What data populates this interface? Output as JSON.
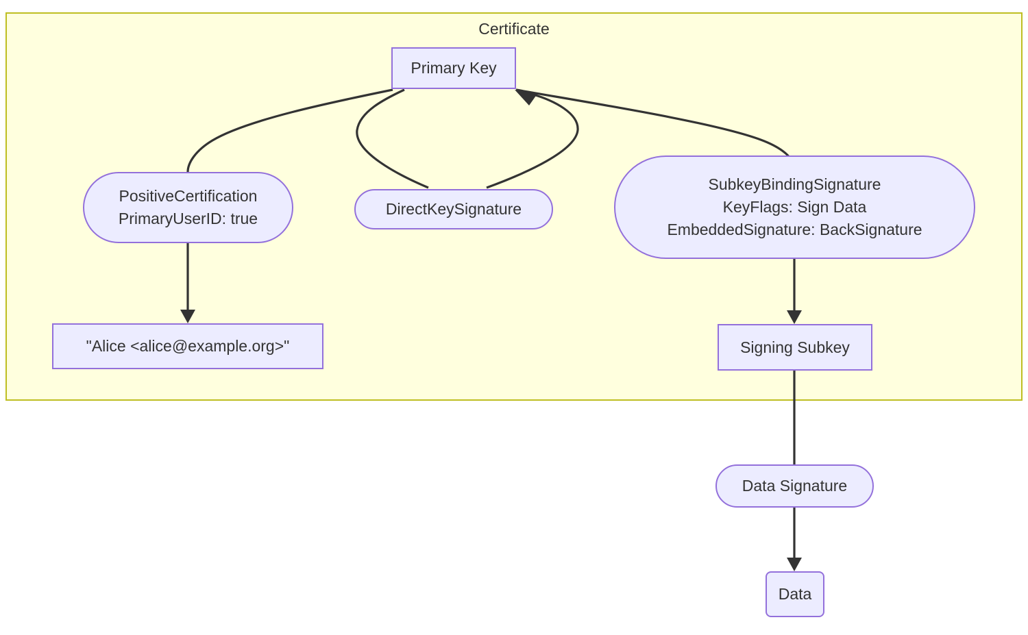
{
  "diagram": {
    "type": "flowchart",
    "subgraph": {
      "title": "Certificate",
      "fill_color": "#ffffde",
      "border_color": "#bfbf22"
    },
    "node_style": {
      "fill_color": "#ececff",
      "border_color": "#9370db",
      "text_color": "#333333",
      "edge_color": "#333333"
    },
    "nodes": [
      {
        "id": "primary-key",
        "label": "Primary Key",
        "shape": "rect",
        "in_subgraph": true
      },
      {
        "id": "positive-cert",
        "label": "PositiveCertification\nPrimaryUserID: true",
        "shape": "stadium",
        "in_subgraph": true
      },
      {
        "id": "direct-key-sig",
        "label": "DirectKeySignature",
        "shape": "stadium",
        "in_subgraph": true
      },
      {
        "id": "subkey-binding",
        "label": "SubkeyBindingSignature\nKeyFlags: Sign Data\nEmbeddedSignature: BackSignature",
        "shape": "stadium",
        "in_subgraph": true
      },
      {
        "id": "userid",
        "label": "\"Alice <alice@example.org>\"",
        "shape": "rect",
        "in_subgraph": true
      },
      {
        "id": "signing-subkey",
        "label": "Signing Subkey",
        "shape": "rect",
        "in_subgraph": true
      },
      {
        "id": "data-signature",
        "label": "Data Signature",
        "shape": "stadium",
        "in_subgraph": false
      },
      {
        "id": "data",
        "label": "Data",
        "shape": "round",
        "in_subgraph": false
      }
    ],
    "edges": [
      {
        "from": "primary-key",
        "to": "positive-cert",
        "arrow": false,
        "label": ""
      },
      {
        "from": "primary-key",
        "to": "direct-key-sig",
        "arrow": false,
        "label": ""
      },
      {
        "from": "direct-key-sig",
        "to": "primary-key",
        "arrow": true,
        "label": ""
      },
      {
        "from": "primary-key",
        "to": "subkey-binding",
        "arrow": false,
        "label": ""
      },
      {
        "from": "positive-cert",
        "to": "userid",
        "arrow": true,
        "label": ""
      },
      {
        "from": "subkey-binding",
        "to": "signing-subkey",
        "arrow": true,
        "label": ""
      },
      {
        "from": "signing-subkey",
        "to": "data-signature",
        "arrow": false,
        "label": ""
      },
      {
        "from": "data-signature",
        "to": "data",
        "arrow": true,
        "label": ""
      }
    ]
  }
}
